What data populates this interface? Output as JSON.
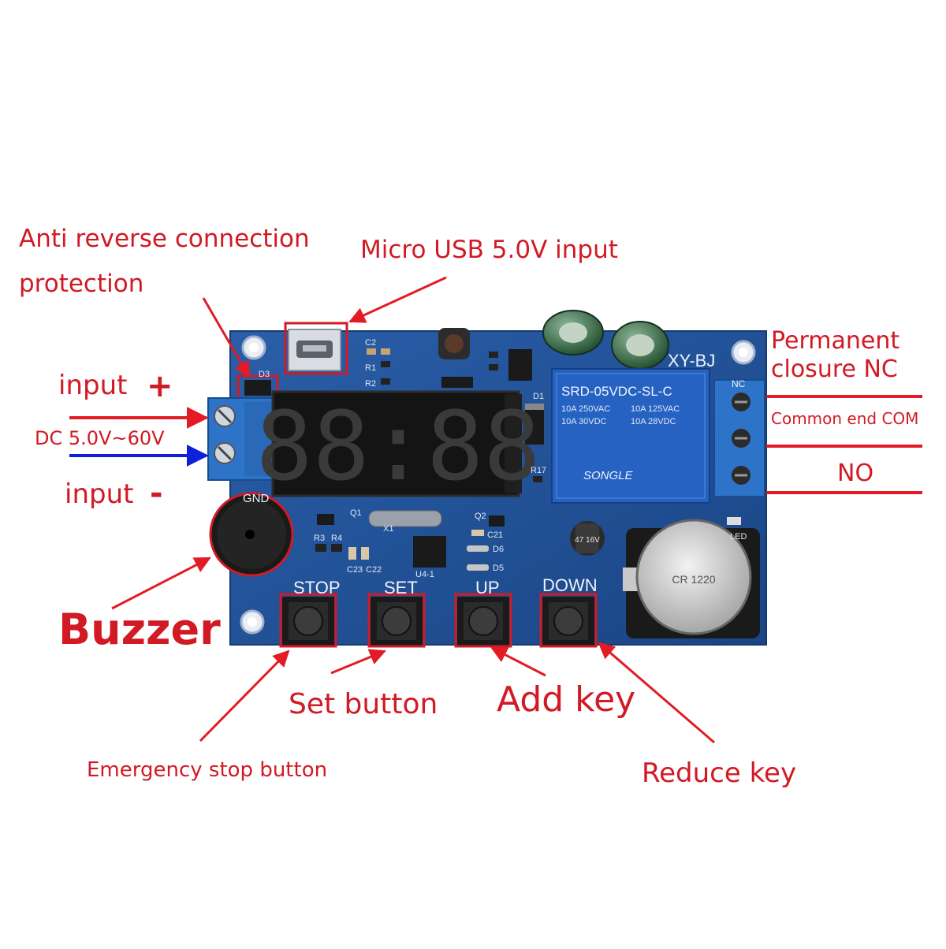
{
  "annotations": {
    "anti_reverse_line1": "Anti reverse connection",
    "anti_reverse_line2": "protection",
    "micro_usb": "Micro USB 5.0V input",
    "input_plus": "input",
    "plus_sign": "+",
    "dc_range": "DC 5.0V~60V",
    "input_minus": "input",
    "minus_sign": "-",
    "buzzer": "Buzzer",
    "permanent_line1": "Permanent",
    "permanent_line2": "closure NC",
    "common_end": "Common end COM",
    "no_label": "NO",
    "set_button": "Set button",
    "add_key": "Add key",
    "emergency_stop": "Emergency stop button",
    "reduce_key": "Reduce key"
  },
  "board": {
    "model": "XY-BJ",
    "gnd": "GND",
    "buttons": [
      {
        "label": "STOP"
      },
      {
        "label": "SET"
      },
      {
        "label": "UP"
      },
      {
        "label": "DOWN"
      }
    ],
    "display": "88:88",
    "relay": {
      "model": "SRD-05VDC-SL-C",
      "ratings": [
        "10A 250VAC",
        "10A 125VAC",
        "10A 30VDC",
        "10A 28VDC"
      ],
      "brand": "SONGLE"
    },
    "battery": "CR 1220",
    "capacitor": "47 16V",
    "components": {
      "q1": "Q1",
      "x1": "X1",
      "q2": "Q2",
      "r3": "R3",
      "r4": "R4",
      "u41": "U4-1",
      "c21": "C21",
      "d6": "D6",
      "d5": "D5",
      "d1": "D1",
      "r17": "R17",
      "led": "LED",
      "d3": "D3",
      "c2": "C2",
      "r1": "R1",
      "r2": "R2",
      "c22": "C22",
      "c23": "C23",
      "nc_pin": "NC"
    }
  },
  "colors": {
    "annotation": "#d11a24",
    "pcb": "#1f4f93",
    "terminal": "#2d74c9",
    "relay": "#2662c2",
    "arrow_plus": "#e21b24",
    "arrow_minus": "#1020d8"
  }
}
